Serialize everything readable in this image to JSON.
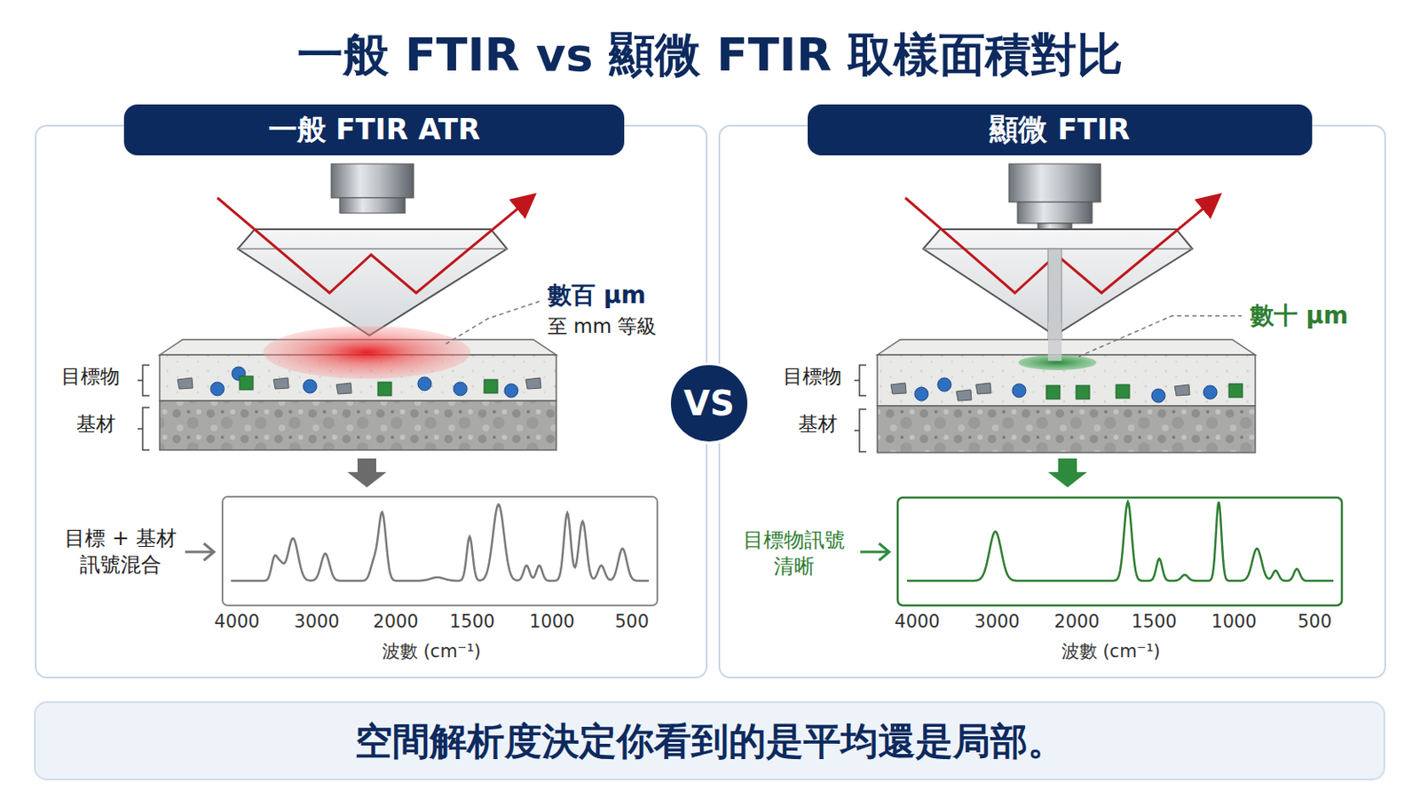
{
  "diagram": {
    "title": "一般 FTIR vs 顯微 FTIR 取樣面積對比",
    "caption": "空間解析度決定你看到的是平均還是局部。",
    "nodes": [
      {
        "text": [
          "一般 FTIR ATR"
        ]
      },
      {
        "text": [
          "顯微 FTIR"
        ]
      },
      {
        "text": [
          "VS"
        ]
      }
    ],
    "edges": [],
    "labels": [
      "數百 μm",
      "至 mm 等級",
      "目標物",
      "基材",
      "目標 + 基材 訊號混合",
      "4000",
      "3000",
      "2000",
      "1500",
      "1000",
      "500",
      "波數 (cm⁻¹)",
      "數十 μm",
      "目標物",
      "基材",
      "目標物訊號 清晰",
      "4000",
      "3000",
      "2000",
      "1500",
      "1000",
      "500",
      "波數 (cm⁻¹)"
    ]
  }
}
